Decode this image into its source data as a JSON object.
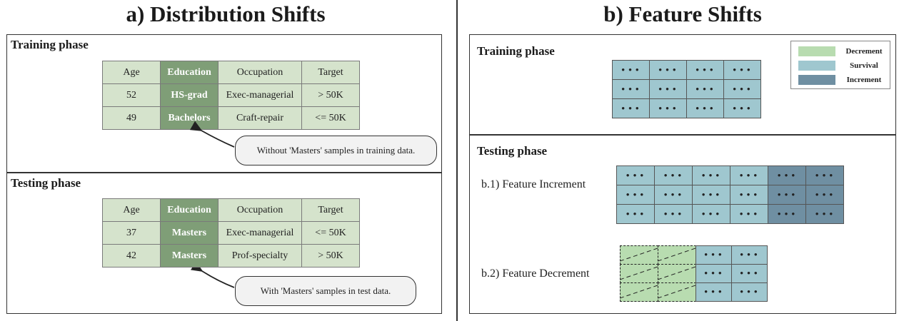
{
  "left": {
    "title": "a) Distribution Shifts",
    "training": {
      "label": "Training phase",
      "headers": [
        "Age",
        "Education",
        "Occupation",
        "Target"
      ],
      "rows": [
        [
          "52",
          "HS-grad",
          "Exec-managerial",
          "> 50K"
        ],
        [
          "49",
          "Bachelors",
          "Craft-repair",
          "<= 50K"
        ]
      ],
      "note": "Without 'Masters' samples in training data."
    },
    "testing": {
      "label": "Testing phase",
      "headers": [
        "Age",
        "Education",
        "Occupation",
        "Target"
      ],
      "rows": [
        [
          "37",
          "Masters",
          "Exec-managerial",
          "<= 50K"
        ],
        [
          "42",
          "Masters",
          "Prof-specialty",
          "> 50K"
        ]
      ],
      "note": "With 'Masters' samples in test data."
    }
  },
  "right": {
    "title": "b) Feature Shifts",
    "training_label": "Training phase",
    "testing_label": "Testing phase",
    "increment_label": "b.1) Feature Increment",
    "decrement_label": "b.2) Feature Decrement",
    "cell_text": "• • •",
    "legend": [
      {
        "label": "Decrement",
        "color": "#b8dcb0"
      },
      {
        "label": "Survival",
        "color": "#9fc7cf"
      },
      {
        "label": "Increment",
        "color": "#6f8fa2"
      }
    ]
  },
  "colors": {
    "table_cell": "#d5e3cc",
    "education_column": "#7f9e77",
    "survival": "#9fc7cf",
    "increment": "#6f8fa2",
    "decrement": "#b8dcb0"
  }
}
